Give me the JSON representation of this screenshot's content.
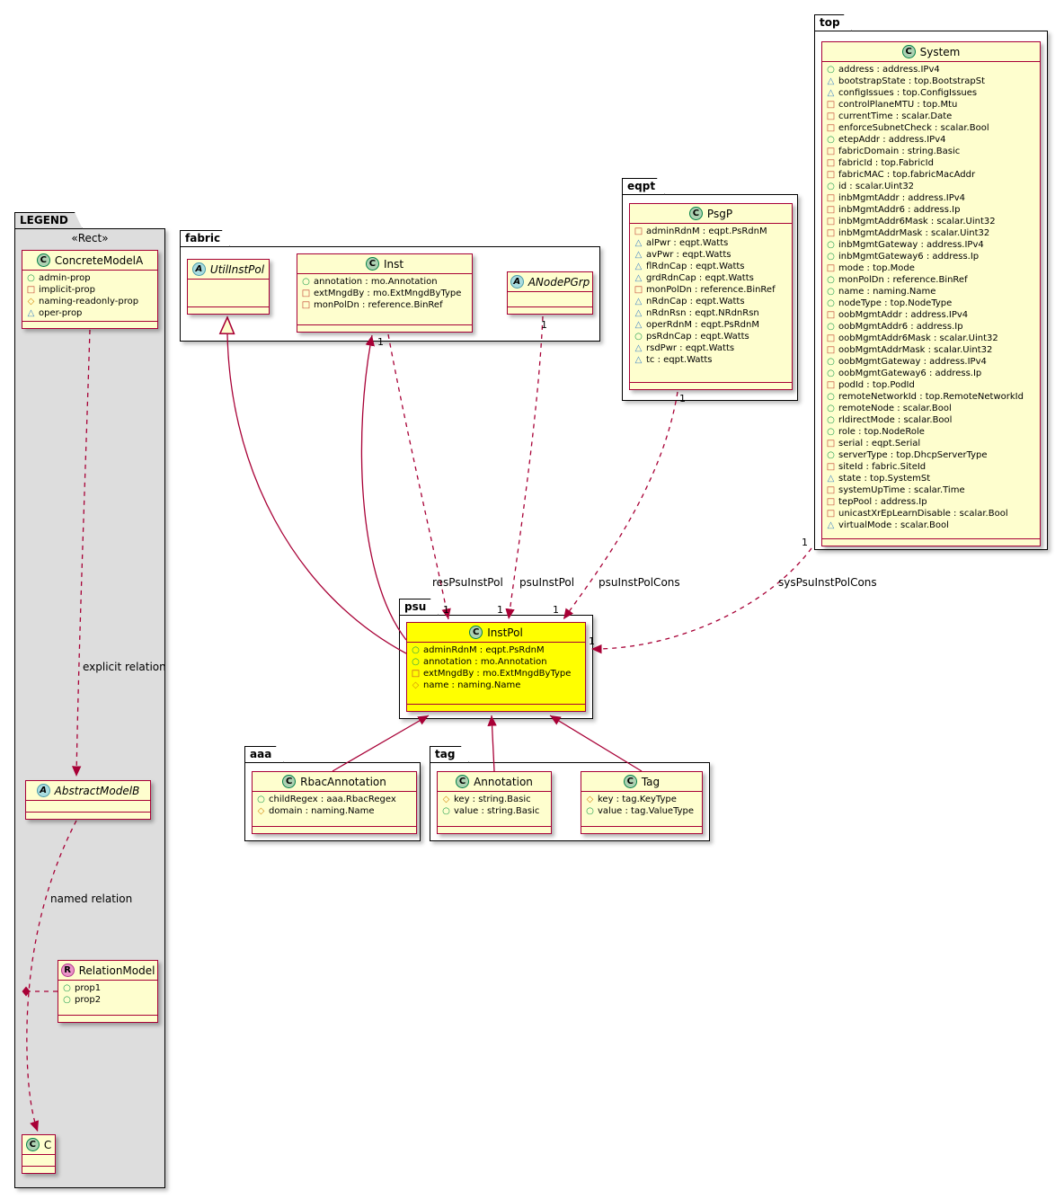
{
  "multiplicity": "1",
  "colors": {
    "line": "#A80036",
    "class_bg": "#FEFECE",
    "highlight_bg": "#FFFF00",
    "legend_bg": "#DDDDDD"
  },
  "packages": {
    "legend": {
      "name": "LEGEND",
      "stereotype": "«Rect»"
    },
    "fabric": {
      "name": "fabric"
    },
    "eqpt": {
      "name": "eqpt"
    },
    "top": {
      "name": "top"
    },
    "psu": {
      "name": "psu"
    },
    "aaa": {
      "name": "aaa"
    },
    "tag": {
      "name": "tag"
    }
  },
  "relations": {
    "resPsuInstPol": "resPsuInstPol",
    "psuInstPol": "psuInstPol",
    "psuInstPolCons": "psuInstPolCons",
    "sysPsuInstPolCons": "sysPsuInstPolCons",
    "explicit": "explicit relation",
    "named": "named relation"
  },
  "classes": {
    "concreteModelA": {
      "spot": "C",
      "name": "ConcreteModelA",
      "attrs": [
        {
          "icon": "admin",
          "text": "admin-prop"
        },
        {
          "icon": "implicit",
          "text": "implicit-prop"
        },
        {
          "icon": "naming",
          "text": "naming-readonly-prop"
        },
        {
          "icon": "oper",
          "text": "oper-prop"
        }
      ]
    },
    "abstractModelB": {
      "spot": "A",
      "name": "AbstractModelB",
      "attrs": []
    },
    "relationModel": {
      "spot": "R",
      "name": "RelationModel",
      "attrs": [
        {
          "icon": "admin",
          "text": "prop1"
        },
        {
          "icon": "admin",
          "text": "prop2"
        }
      ]
    },
    "c": {
      "spot": "C",
      "name": "C",
      "attrs": []
    },
    "utilInstPol": {
      "spot": "A",
      "name": "UtilInstPol",
      "attrs": []
    },
    "inst": {
      "spot": "C",
      "name": "Inst",
      "attrs": [
        {
          "icon": "admin",
          "text": "annotation : mo.Annotation"
        },
        {
          "icon": "implicit",
          "text": "extMngdBy : mo.ExtMngdByType"
        },
        {
          "icon": "implicit",
          "text": "monPolDn : reference.BinRef"
        }
      ]
    },
    "aNodePGrp": {
      "spot": "A",
      "name": "ANodePGrp",
      "attrs": []
    },
    "psgP": {
      "spot": "C",
      "name": "PsgP",
      "attrs": [
        {
          "icon": "implicit",
          "text": "adminRdnM : eqpt.PsRdnM"
        },
        {
          "icon": "oper",
          "text": "alPwr : eqpt.Watts"
        },
        {
          "icon": "oper",
          "text": "avPwr : eqpt.Watts"
        },
        {
          "icon": "oper",
          "text": "flRdnCap : eqpt.Watts"
        },
        {
          "icon": "oper",
          "text": "grdRdnCap : eqpt.Watts"
        },
        {
          "icon": "implicit",
          "text": "monPolDn : reference.BinRef"
        },
        {
          "icon": "oper",
          "text": "nRdnCap : eqpt.Watts"
        },
        {
          "icon": "oper",
          "text": "nRdnRsn : eqpt.NRdnRsn"
        },
        {
          "icon": "oper",
          "text": "operRdnM : eqpt.PsRdnM"
        },
        {
          "icon": "admin",
          "text": "psRdnCap : eqpt.Watts"
        },
        {
          "icon": "oper",
          "text": "rsdPwr : eqpt.Watts"
        },
        {
          "icon": "oper",
          "text": "tc : eqpt.Watts"
        }
      ]
    },
    "system": {
      "spot": "C",
      "name": "System",
      "attrs": [
        {
          "icon": "admin",
          "text": "address : address.IPv4"
        },
        {
          "icon": "oper",
          "text": "bootstrapState : top.BootstrapSt"
        },
        {
          "icon": "oper",
          "text": "configIssues : top.ConfigIssues"
        },
        {
          "icon": "implicit",
          "text": "controlPlaneMTU : top.Mtu"
        },
        {
          "icon": "implicit",
          "text": "currentTime : scalar.Date"
        },
        {
          "icon": "implicit",
          "text": "enforceSubnetCheck : scalar.Bool"
        },
        {
          "icon": "admin",
          "text": "etepAddr : address.IPv4"
        },
        {
          "icon": "implicit",
          "text": "fabricDomain : string.Basic"
        },
        {
          "icon": "implicit",
          "text": "fabricId : top.FabricId"
        },
        {
          "icon": "implicit",
          "text": "fabricMAC : top.fabricMacAddr"
        },
        {
          "icon": "admin",
          "text": "id : scalar.Uint32"
        },
        {
          "icon": "implicit",
          "text": "inbMgmtAddr : address.IPv4"
        },
        {
          "icon": "implicit",
          "text": "inbMgmtAddr6 : address.Ip"
        },
        {
          "icon": "implicit",
          "text": "inbMgmtAddr6Mask : scalar.Uint32"
        },
        {
          "icon": "implicit",
          "text": "inbMgmtAddrMask : scalar.Uint32"
        },
        {
          "icon": "admin",
          "text": "inbMgmtGateway : address.IPv4"
        },
        {
          "icon": "admin",
          "text": "inbMgmtGateway6 : address.Ip"
        },
        {
          "icon": "implicit",
          "text": "mode : top.Mode"
        },
        {
          "icon": "admin",
          "text": "monPolDn : reference.BinRef"
        },
        {
          "icon": "admin",
          "text": "name : naming.Name"
        },
        {
          "icon": "admin",
          "text": "nodeType : top.NodeType"
        },
        {
          "icon": "implicit",
          "text": "oobMgmtAddr : address.IPv4"
        },
        {
          "icon": "admin",
          "text": "oobMgmtAddr6 : address.Ip"
        },
        {
          "icon": "implicit",
          "text": "oobMgmtAddr6Mask : scalar.Uint32"
        },
        {
          "icon": "implicit",
          "text": "oobMgmtAddrMask : scalar.Uint32"
        },
        {
          "icon": "admin",
          "text": "oobMgmtGateway : address.IPv4"
        },
        {
          "icon": "admin",
          "text": "oobMgmtGateway6 : address.Ip"
        },
        {
          "icon": "implicit",
          "text": "podId : top.PodId"
        },
        {
          "icon": "admin",
          "text": "remoteNetworkId : top.RemoteNetworkId"
        },
        {
          "icon": "admin",
          "text": "remoteNode : scalar.Bool"
        },
        {
          "icon": "admin",
          "text": "rldirectMode : scalar.Bool"
        },
        {
          "icon": "admin",
          "text": "role : top.NodeRole"
        },
        {
          "icon": "implicit",
          "text": "serial : eqpt.Serial"
        },
        {
          "icon": "admin",
          "text": "serverType : top.DhcpServerType"
        },
        {
          "icon": "implicit",
          "text": "siteId : fabric.SiteId"
        },
        {
          "icon": "oper",
          "text": "state : top.SystemSt"
        },
        {
          "icon": "implicit",
          "text": "systemUpTime : scalar.Time"
        },
        {
          "icon": "implicit",
          "text": "tepPool : address.Ip"
        },
        {
          "icon": "implicit",
          "text": "unicastXrEpLearnDisable : scalar.Bool"
        },
        {
          "icon": "oper",
          "text": "virtualMode : scalar.Bool"
        }
      ]
    },
    "instPol": {
      "spot": "C",
      "name": "InstPol",
      "attrs": [
        {
          "icon": "admin",
          "text": "adminRdnM : eqpt.PsRdnM"
        },
        {
          "icon": "admin",
          "text": "annotation : mo.Annotation"
        },
        {
          "icon": "implicit",
          "text": "extMngdBy : mo.ExtMngdByType"
        },
        {
          "icon": "naming",
          "text": "name : naming.Name"
        }
      ]
    },
    "rbacAnnotation": {
      "spot": "C",
      "name": "RbacAnnotation",
      "attrs": [
        {
          "icon": "admin",
          "text": "childRegex : aaa.RbacRegex"
        },
        {
          "icon": "naming",
          "text": "domain : naming.Name"
        }
      ]
    },
    "annotation": {
      "spot": "C",
      "name": "Annotation",
      "attrs": [
        {
          "icon": "naming",
          "text": "key : string.Basic"
        },
        {
          "icon": "admin",
          "text": "value : string.Basic"
        }
      ]
    },
    "tagClass": {
      "spot": "C",
      "name": "Tag",
      "attrs": [
        {
          "icon": "naming",
          "text": "key : tag.KeyType"
        },
        {
          "icon": "admin",
          "text": "value : tag.ValueType"
        }
      ]
    }
  }
}
